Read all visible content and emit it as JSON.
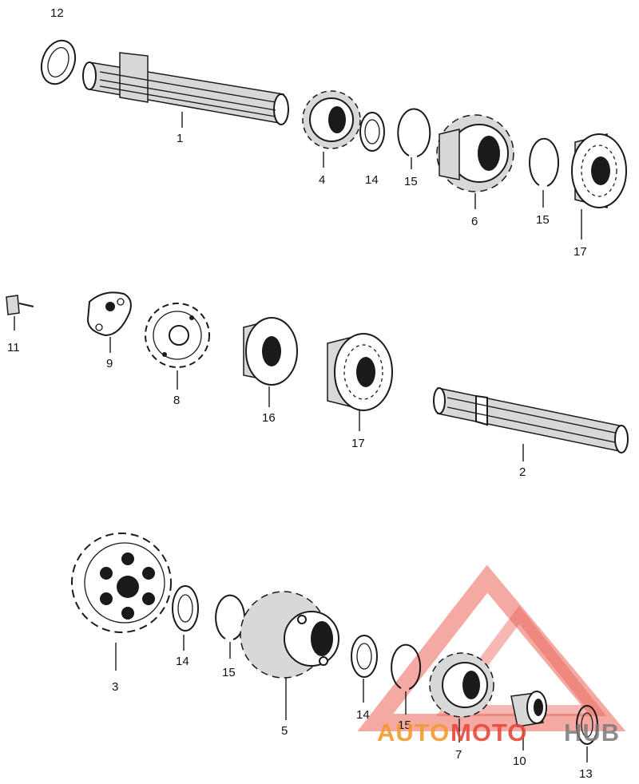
{
  "callouts": [
    {
      "id": "12",
      "label": "12"
    },
    {
      "id": "1",
      "label": "1"
    },
    {
      "id": "4",
      "label": "4"
    },
    {
      "id": "14a",
      "label": "14"
    },
    {
      "id": "15a",
      "label": "15"
    },
    {
      "id": "6",
      "label": "6"
    },
    {
      "id": "15b",
      "label": "15"
    },
    {
      "id": "17a",
      "label": "17"
    },
    {
      "id": "11",
      "label": "11"
    },
    {
      "id": "9",
      "label": "9"
    },
    {
      "id": "8",
      "label": "8"
    },
    {
      "id": "16",
      "label": "16"
    },
    {
      "id": "17b",
      "label": "17"
    },
    {
      "id": "2",
      "label": "2"
    },
    {
      "id": "3",
      "label": "3"
    },
    {
      "id": "14b",
      "label": "14"
    },
    {
      "id": "15c",
      "label": "15"
    },
    {
      "id": "5",
      "label": "5"
    },
    {
      "id": "14c",
      "label": "14"
    },
    {
      "id": "15d",
      "label": "15"
    },
    {
      "id": "7",
      "label": "7"
    },
    {
      "id": "10",
      "label": "10"
    },
    {
      "id": "13",
      "label": "13"
    }
  ],
  "watermark": {
    "part1": "AUTO",
    "part2": "MOTO",
    "part3": "HUB",
    "color_primary": "#f29b2e",
    "color_secondary": "#e8483a",
    "color_tertiary": "#7a7a7a"
  }
}
